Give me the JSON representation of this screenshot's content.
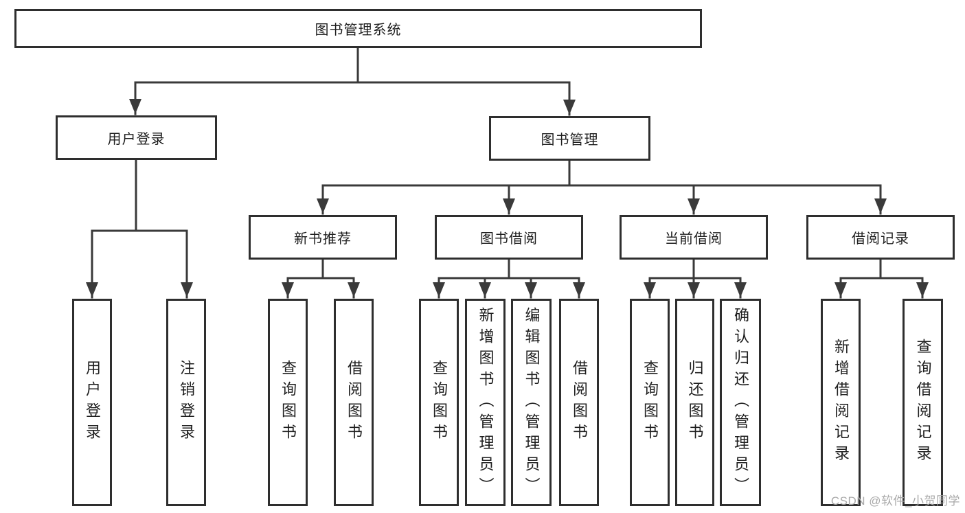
{
  "title": "图书管理系统",
  "watermark": "CSDN @软件_小贺同学",
  "colors": {
    "line": "#3a3a3a",
    "box_border": "#2e2e2e",
    "text": "#1e1e1e",
    "watermark": "#a9a9a9",
    "background": "#ffffff"
  },
  "tree": {
    "root": {
      "label": "图书管理系统"
    },
    "children": [
      {
        "label": "用户登录",
        "children": [
          {
            "label": "用户登录"
          },
          {
            "label": "注销登录"
          }
        ]
      },
      {
        "label": "图书管理",
        "children": [
          {
            "label": "新书推荐",
            "children": [
              {
                "label": "查询图书"
              },
              {
                "label": "借阅图书"
              }
            ]
          },
          {
            "label": "图书借阅",
            "children": [
              {
                "label": "查询图书"
              },
              {
                "label": "新增图书（管理员）"
              },
              {
                "label": "编辑图书（管理员）"
              },
              {
                "label": "借阅图书"
              }
            ]
          },
          {
            "label": "当前借阅",
            "children": [
              {
                "label": "查询图书"
              },
              {
                "label": "归还图书"
              },
              {
                "label": "确认归还（管理员）"
              }
            ]
          },
          {
            "label": "借阅记录",
            "children": [
              {
                "label": "新增借阅记录"
              },
              {
                "label": "查询借阅记录"
              }
            ]
          }
        ]
      }
    ]
  }
}
